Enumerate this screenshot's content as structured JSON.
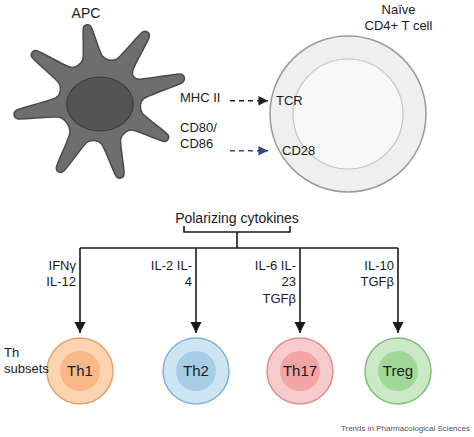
{
  "diagram": {
    "nodes": [
      {
        "text": [
          "APC",
          "MHC II",
          "CD80/ CD86"
        ]
      },
      {
        "text": [
          "Naïve CD4+ T cell",
          "TCR",
          "CD28"
        ]
      },
      {
        "text": [
          "Th1"
        ]
      },
      {
        "text": [
          "Th2"
        ]
      },
      {
        "text": [
          "Th17"
        ]
      },
      {
        "text": [
          "Treg"
        ]
      }
    ],
    "edges": [
      {
        "from": 0,
        "to": 1,
        "arrow": "to"
      },
      {
        "from": 0,
        "to": 1,
        "arrow": "to"
      }
    ],
    "labels": [
      "Polarizing cytokines",
      "IFNγ IL-12",
      "IL-2 IL-4",
      "IL-6 IL-23 TGFβ",
      "IL-10 TGFβ",
      "Th subsets",
      "Trends in Pharmacological Sciences"
    ]
  }
}
